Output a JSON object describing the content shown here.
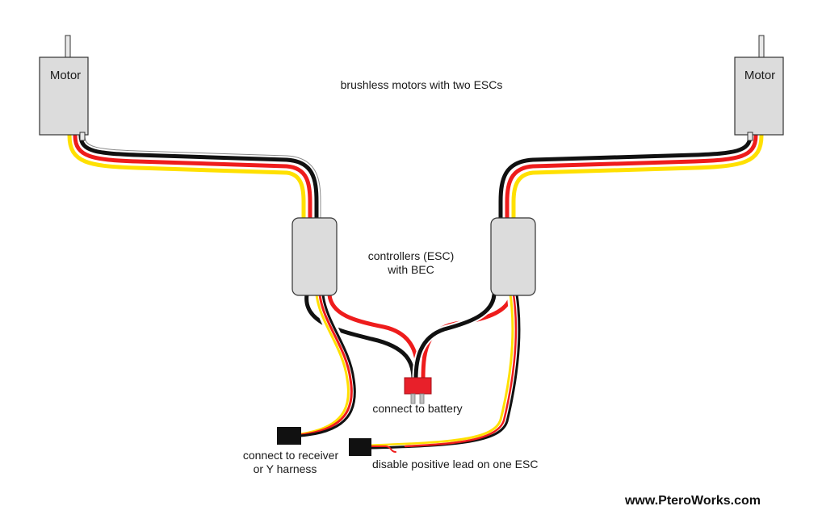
{
  "labels": {
    "motor_left": "Motor",
    "motor_right": "Motor",
    "title": "brushless motors with two ESCs",
    "controllers_line1": "controllers (ESC)",
    "controllers_line2": "with BEC",
    "battery": "connect to battery",
    "receiver_line1": "connect to receiver",
    "receiver_line2": "or Y harness",
    "disable": "disable positive lead on one ESC",
    "brand": "www.PteroWorks.com"
  },
  "colors": {
    "wire_black": "#111111",
    "wire_red": "#ee1c1c",
    "wire_yellow": "#ffe000",
    "body_gray": "#dcdcdc",
    "connector_red": "#e8202a",
    "connector_black": "#111111"
  },
  "icons": {
    "motor": "motor-icon",
    "esc": "esc-icon",
    "battery_plug": "battery-connector-icon",
    "servo_plug": "servo-connector-icon"
  }
}
